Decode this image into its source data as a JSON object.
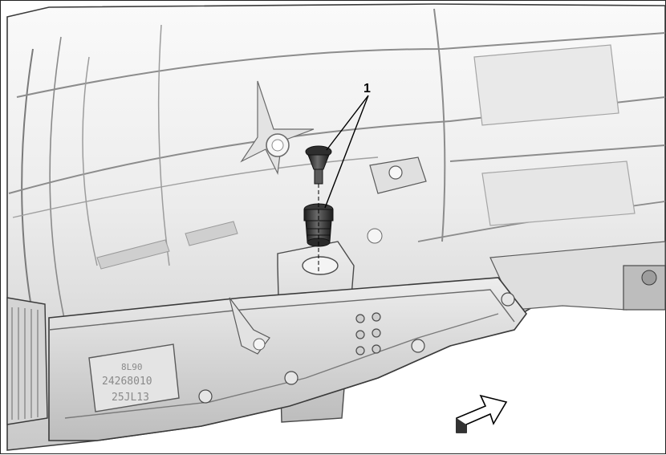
{
  "callout": {
    "label": "1"
  },
  "casting_stamp": {
    "line1": "8L90",
    "line2": "24268010",
    "line3": "25JL13"
  },
  "icons": {
    "orientation": "front-direction-arrow-icon"
  },
  "colors": {
    "casting_light": "#f2f2f2",
    "casting_mid": "#d9d9d9",
    "casting_dark": "#9a9a9a",
    "outline": "#3a3a3a",
    "part_dark": "#2e2e2e"
  }
}
